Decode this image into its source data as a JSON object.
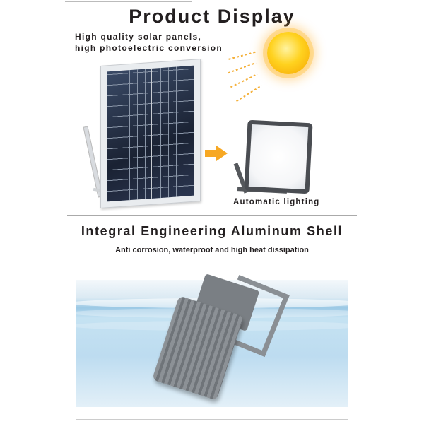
{
  "section1": {
    "title": "Product Display",
    "desc_line1": "High quality solar panels,",
    "desc_line2": "high photoelectric conversion",
    "caption": "Automatic lighting"
  },
  "section2": {
    "title": "Integral Engineering Aluminum Shell",
    "subtitle": "Anti corrosion, waterproof and high heat dissipation"
  },
  "colors": {
    "accent": "#f7a823",
    "text": "#231f20"
  }
}
